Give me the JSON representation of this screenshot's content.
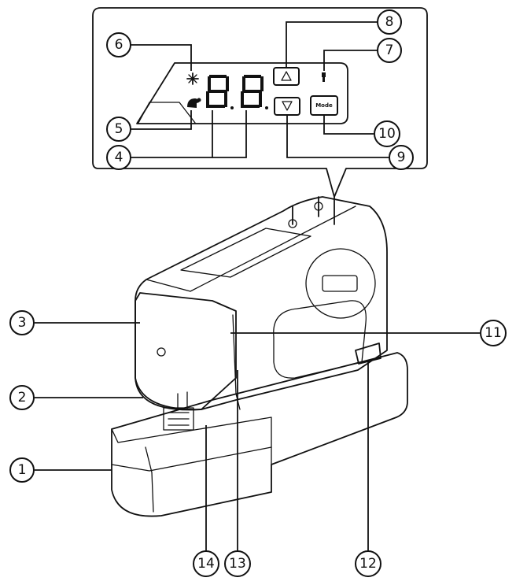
{
  "diagram": {
    "panel": {
      "mode_button_label": "Mode",
      "up_button_icon": "triangle-up-icon",
      "down_button_icon": "triangle-down-icon",
      "display_digits": "88",
      "top_indicator_icon": "asterisk-icon",
      "bottom_indicator_icon": "turtle-icon",
      "thread_indicator_icon": "needle-icon"
    },
    "callouts": [
      {
        "id": "1",
        "label": "1"
      },
      {
        "id": "2",
        "label": "2"
      },
      {
        "id": "3",
        "label": "3"
      },
      {
        "id": "4",
        "label": "4"
      },
      {
        "id": "5",
        "label": "5"
      },
      {
        "id": "6",
        "label": "6"
      },
      {
        "id": "7",
        "label": "7"
      },
      {
        "id": "8",
        "label": "8"
      },
      {
        "id": "9",
        "label": "9"
      },
      {
        "id": "10",
        "label": "10"
      },
      {
        "id": "11",
        "label": "11"
      },
      {
        "id": "12",
        "label": "12"
      },
      {
        "id": "13",
        "label": "13"
      },
      {
        "id": "14",
        "label": "14"
      }
    ],
    "colors": {
      "line": "#111111",
      "background": "#ffffff"
    }
  }
}
